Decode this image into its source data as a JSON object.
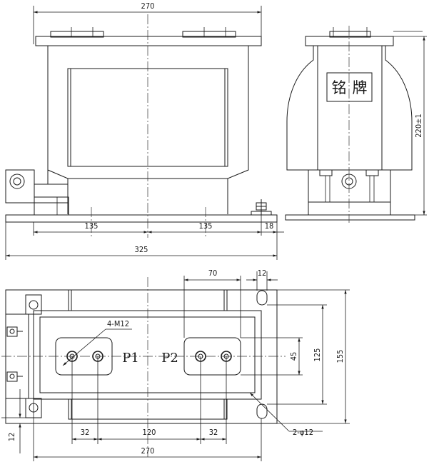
{
  "front_view": {
    "dim_overall_top": "270",
    "dim_left_span": "135",
    "dim_right_span": "135",
    "dim_terminal_offset": "18",
    "dim_base_length": "325"
  },
  "side_view": {
    "nameplate_char_1": "铭",
    "nameplate_char_2": "牌",
    "dim_height": "220±1"
  },
  "top_view": {
    "dim_terminal_width": "70",
    "dim_slot_width": "12",
    "thread_callout": "4-M12",
    "terminal_p1": "P1",
    "terminal_p2": "P2",
    "dim_terminal_height": "45",
    "dim_hole_pitch": "125",
    "dim_base_width": "155",
    "hole_callout": "2-φ12",
    "dim_bolt_left": "32",
    "dim_center": "120",
    "dim_bolt_right": "32",
    "dim_overall_bottom": "270",
    "dim_edge_slot": "12"
  }
}
